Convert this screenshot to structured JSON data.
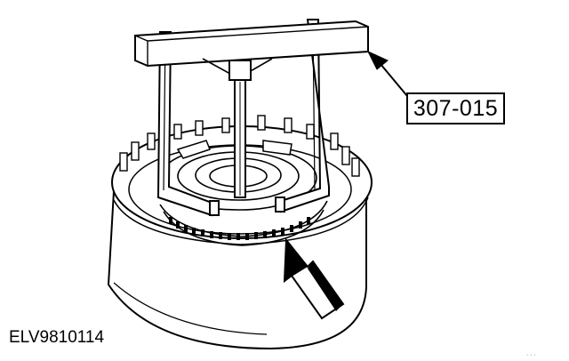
{
  "figure": {
    "tool_callout": "307-015",
    "figure_id": "ELV9810114",
    "corner_mark": "· · ·"
  },
  "colors": {
    "line": "#000000",
    "background": "#ffffff"
  },
  "parts": [
    "puller-tool",
    "clutch-drum",
    "snap-ring",
    "bearing-rollers",
    "pointer-arrow",
    "callout-arrow"
  ]
}
